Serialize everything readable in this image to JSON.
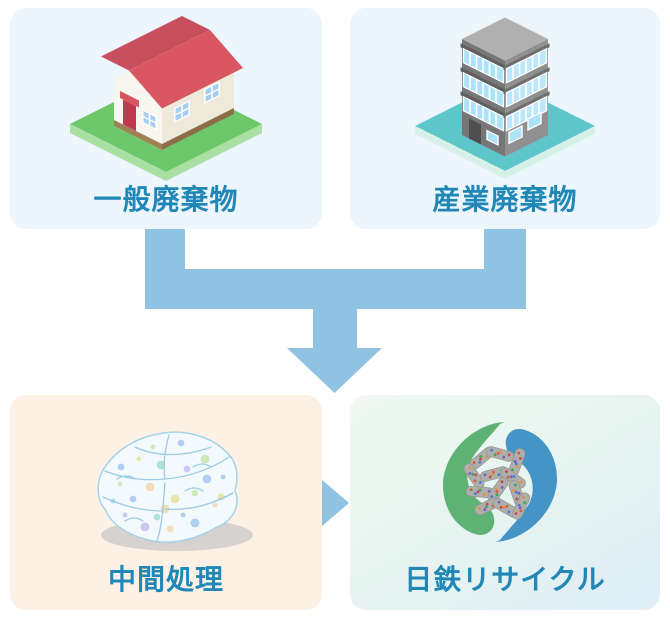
{
  "page": {
    "type": "waste-recycling-flow-diagram",
    "background": "#ffffff"
  },
  "nodes": [
    {
      "id": "general-waste",
      "label": "一般廃棄物",
      "icon": "house-icon",
      "card_bg": "#edf6fc"
    },
    {
      "id": "industrial-waste",
      "label": "産業廃棄物",
      "icon": "office-building-icon",
      "card_bg": "#edf6fc"
    },
    {
      "id": "intermediate-processing",
      "label": "中間処理",
      "icon": "plastic-bale-icon",
      "card_bg": "#fdf1e6"
    },
    {
      "id": "nittetsu-recycle",
      "label": "日鉄リサイクル",
      "icon": "recycle-loop-icon",
      "card_bg_gradient": [
        "#f0f9f3",
        "#dfeef8"
      ]
    }
  ],
  "connectors": [
    {
      "type": "merge-down-arrow",
      "from": [
        "general-waste",
        "industrial-waste"
      ],
      "to": "intermediate-processing",
      "color": "#8fc3e1"
    },
    {
      "type": "right-arrow",
      "from": "intermediate-processing",
      "to": "nittetsu-recycle",
      "color": "#8fc3e1"
    }
  ],
  "colors": {
    "label_text": "#2187b7",
    "arrow": "#8fc3e1",
    "house_roof": "#d95763",
    "house_wall": "#f8f6ee",
    "ground_green": "#6cc869",
    "ground_teal": "#5ec6cb",
    "building_gray": "#909090",
    "window_blue": "#ade3f9",
    "logo_green": "#5eb374",
    "logo_blue": "#4495c5"
  }
}
